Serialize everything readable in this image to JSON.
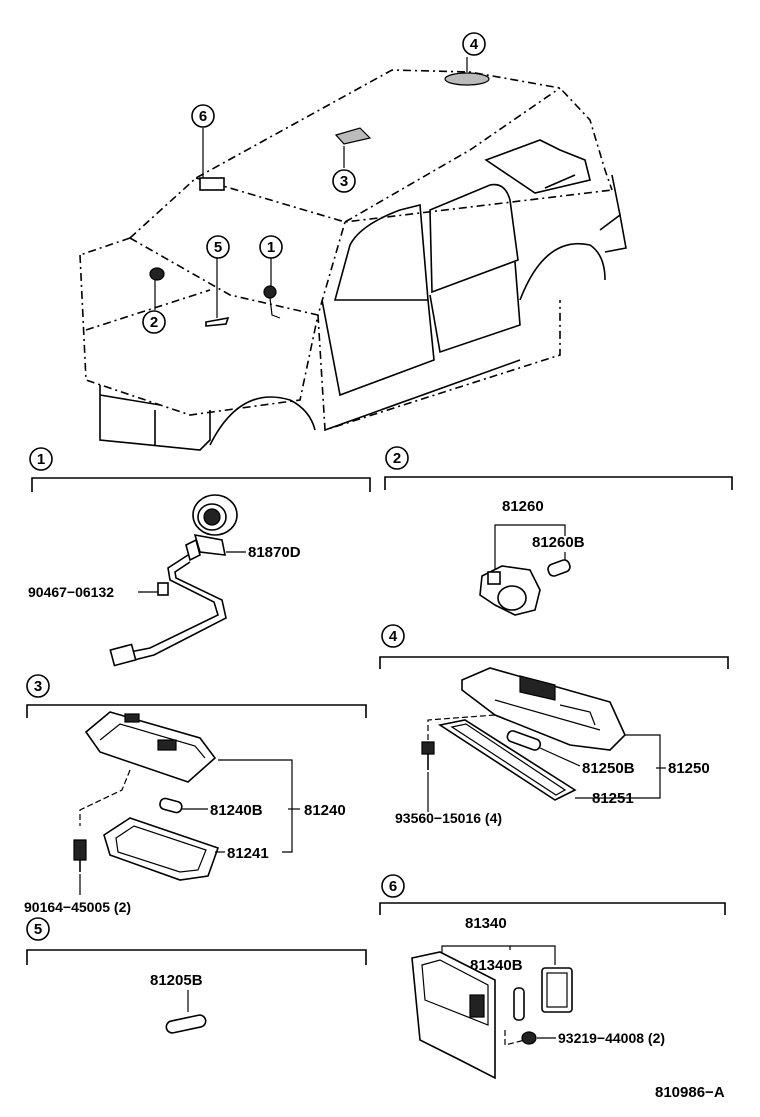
{
  "diagram": {
    "callouts": {
      "c1": "1",
      "c2": "2",
      "c3": "3",
      "c4": "4",
      "c5": "5",
      "c6": "6"
    },
    "sections": {
      "s1": {
        "label": "1",
        "parts": {
          "lamp": "81870D",
          "clip": "90467−06132"
        }
      },
      "s2": {
        "label": "2",
        "parts": {
          "assy": "81260",
          "bulb": "81260B"
        }
      },
      "s3": {
        "label": "3",
        "parts": {
          "bulb": "81240B",
          "assy": "81240",
          "lens": "81241",
          "screw": "90164−45005 (2)"
        }
      },
      "s4": {
        "label": "4",
        "parts": {
          "bulb": "81250B",
          "assy": "81250",
          "lens": "81251",
          "screw": "93560−15016 (4)"
        }
      },
      "s5": {
        "label": "5",
        "parts": {
          "bulb": "81205B"
        }
      },
      "s6": {
        "label": "6",
        "parts": {
          "assy": "81340",
          "bulb": "81340B",
          "screw": "93219−44008 (2)"
        }
      }
    },
    "figure_code": "810986−A"
  }
}
